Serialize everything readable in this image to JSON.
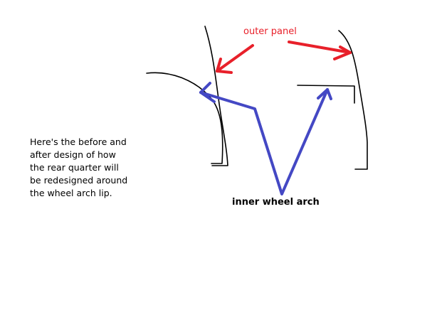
{
  "labels": {
    "outer_panel": "outer panel",
    "inner_wheel_arch": "inner wheel arch"
  },
  "caption": {
    "lines": [
      "Here's the before and",
      "after design of how",
      "the rear quarter will",
      "be redesigned around",
      "the wheel arch lip."
    ]
  },
  "colors": {
    "outer_arrow": "#e8202a",
    "inner_arrow": "#4448c4",
    "sketch_line": "#000000",
    "background": "#ffffff"
  }
}
